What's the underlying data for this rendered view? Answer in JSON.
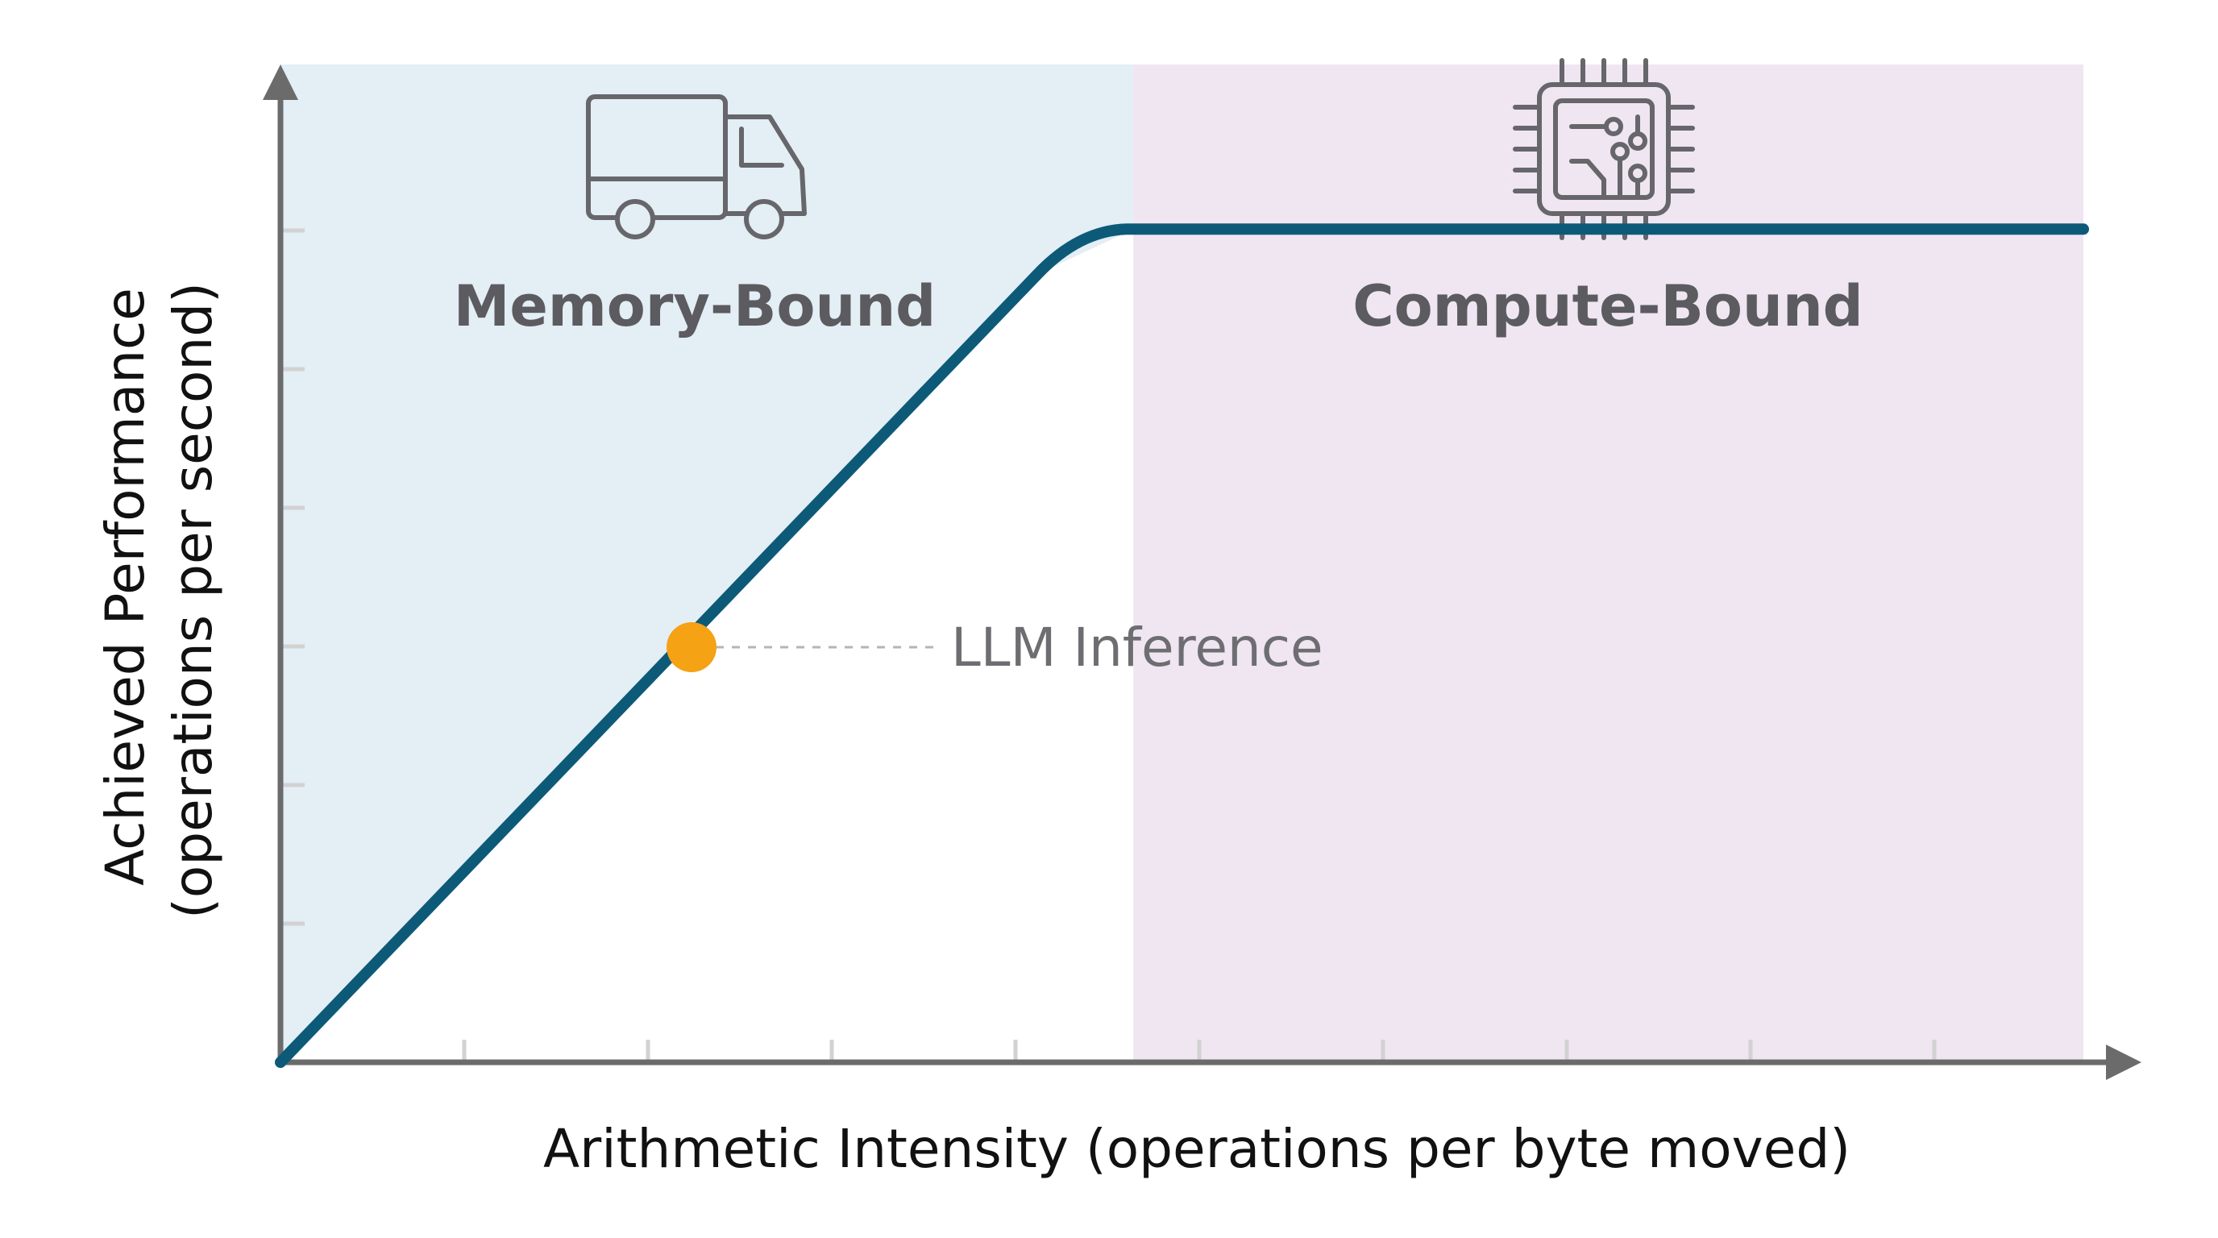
{
  "colors": {
    "memory_region": "#e3eef5",
    "compute_region": "#efe6f2",
    "roofline": "#0d5a78",
    "marker": "#f5a214",
    "axis": "#6b6b6b",
    "leader": "#b5b5b5"
  },
  "icons": {
    "memory": "truck-icon",
    "compute": "chip-icon"
  },
  "chart_data": {
    "type": "line",
    "title": "",
    "xlabel": "Arithmetic Intensity (operations per byte moved)",
    "ylabel_line1": "Achieved Performance",
    "ylabel_line2": "(operations per second)",
    "xlim": [
      0,
      1
    ],
    "ylim": [
      0,
      1
    ],
    "x_tick_count": 9,
    "y_tick_count": 7,
    "ridge_x": 0.473,
    "series": [
      {
        "x": [
          0,
          0.42,
          0.473,
          1.0
        ],
        "y": [
          0,
          0.79,
          0.835,
          0.835
        ]
      }
    ],
    "regions": [
      {
        "label": "Memory-Bound",
        "x_from": 0,
        "x_to": 0.473
      },
      {
        "label": "Compute-Bound",
        "x_from": 0.473,
        "x_to": 1.0
      }
    ],
    "annotation": {
      "label": "LLM Inference",
      "x": 0.228,
      "y": 0.416
    }
  }
}
